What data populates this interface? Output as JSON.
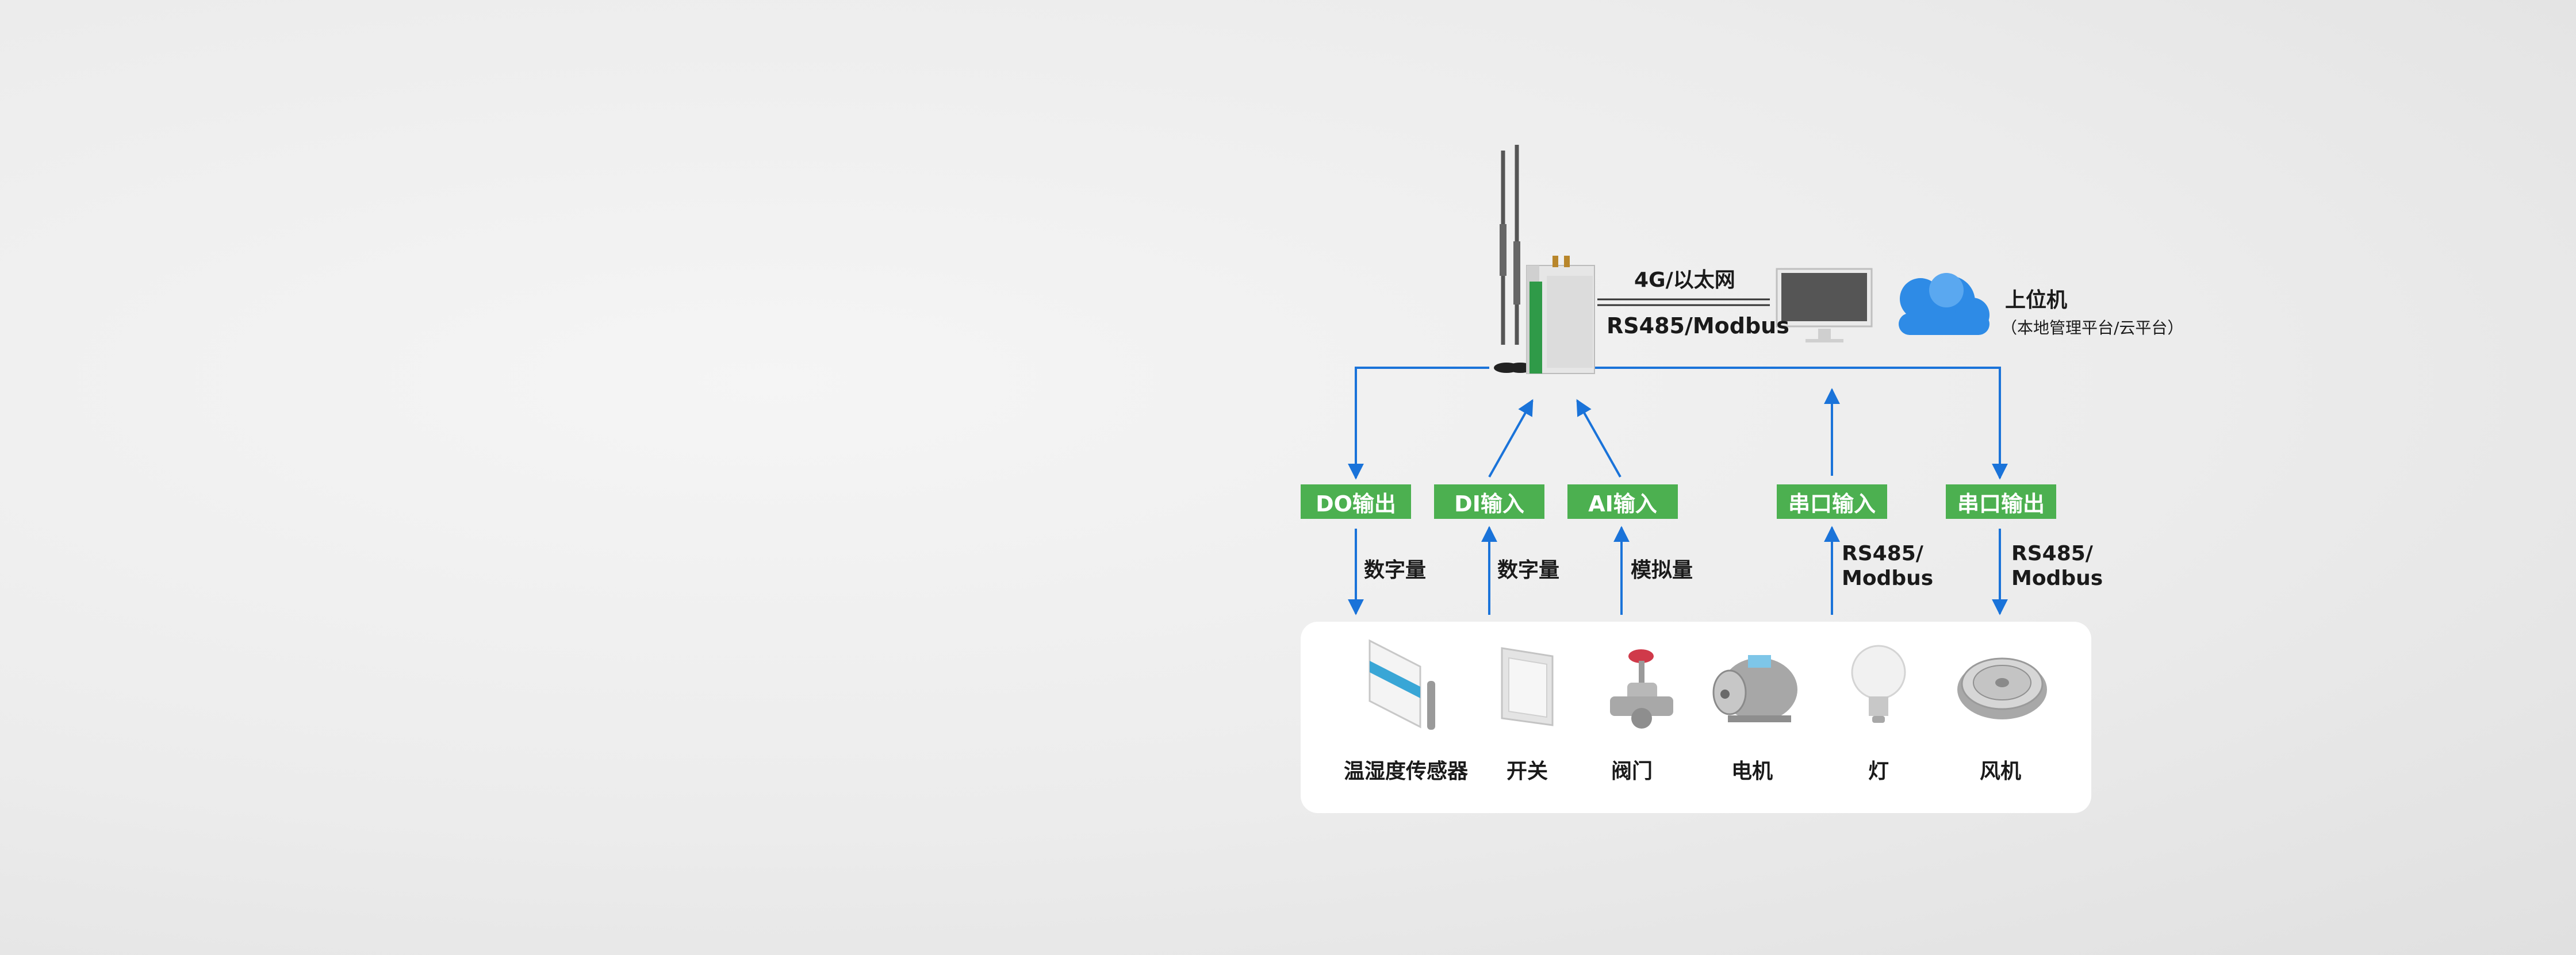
{
  "link": {
    "top": "4G/以太网",
    "bottom": "RS485/Modbus"
  },
  "host": {
    "title": "上位机",
    "subtitle": "（本地管理平台/云平台）"
  },
  "modules": [
    {
      "id": "do",
      "label": "DO输出"
    },
    {
      "id": "di",
      "label": "DI输入"
    },
    {
      "id": "ai",
      "label": "AI输入"
    },
    {
      "id": "serial_in",
      "label": "串口输入"
    },
    {
      "id": "serial_out",
      "label": "串口输出"
    }
  ],
  "signals": {
    "do": "数字量",
    "di": "数字量",
    "ai": "模拟量",
    "serial_in": [
      "RS485/",
      "Modbus"
    ],
    "serial_out": [
      "RS485/",
      "Modbus"
    ]
  },
  "devices": [
    {
      "label": "温湿度传感器",
      "icon": "temperature-humidity-sensor-icon"
    },
    {
      "label": "开关",
      "icon": "switch-icon"
    },
    {
      "label": "阀门",
      "icon": "valve-icon"
    },
    {
      "label": "电机",
      "icon": "motor-icon"
    },
    {
      "label": "灯",
      "icon": "bulb-icon"
    },
    {
      "label": "风机",
      "icon": "fan-icon"
    }
  ],
  "colors": {
    "accent_green": "#4cb050",
    "arrow_blue": "#1a73d9",
    "cloud_blue": "#2e8be6"
  }
}
